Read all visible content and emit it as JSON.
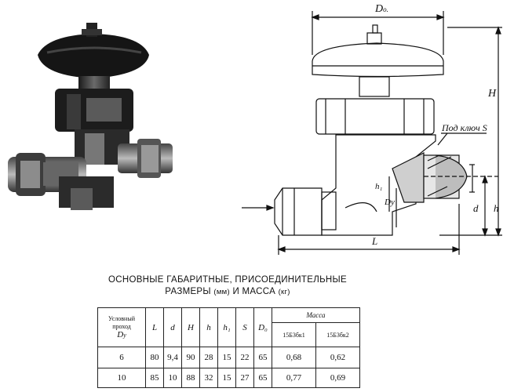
{
  "drawing": {
    "dims": {
      "D0": "D",
      "D0_sub": "o.",
      "H": "H",
      "wrench_label": "Под ключ S",
      "h1": "h₁",
      "Dy": "Dу",
      "d": "d",
      "h": "h",
      "L": "L"
    }
  },
  "caption": {
    "line1": "ОСНОВНЫЕ ГАБАРИТНЫЕ, ПРИСОЕДИНИТЕЛЬНЫЕ",
    "line2_a": "РАЗМЕРЫ",
    "line2_b": "(мм)",
    "line2_c": "И МАССА",
    "line2_d": "(кг)"
  },
  "table": {
    "first_col_l1": "Условный",
    "first_col_l2": "проход",
    "first_col_l3": "D",
    "first_col_sub": "у",
    "columns": [
      "L",
      "d",
      "H",
      "h",
      "h₁",
      "S",
      "D₀"
    ],
    "mass_header": "Масса",
    "mass_columns": [
      "15Б3бк1",
      "15Б3бк2"
    ],
    "rows": [
      {
        "dy": "6",
        "L": "80",
        "d": "9,4",
        "H": "90",
        "h": "28",
        "h1": "15",
        "S": "22",
        "D0": "65",
        "m1": "0,68",
        "m2": "0,62"
      },
      {
        "dy": "10",
        "L": "85",
        "d": "10",
        "H": "88",
        "h": "32",
        "h1": "15",
        "S": "27",
        "D0": "65",
        "m1": "0,77",
        "m2": "0,69"
      }
    ]
  }
}
